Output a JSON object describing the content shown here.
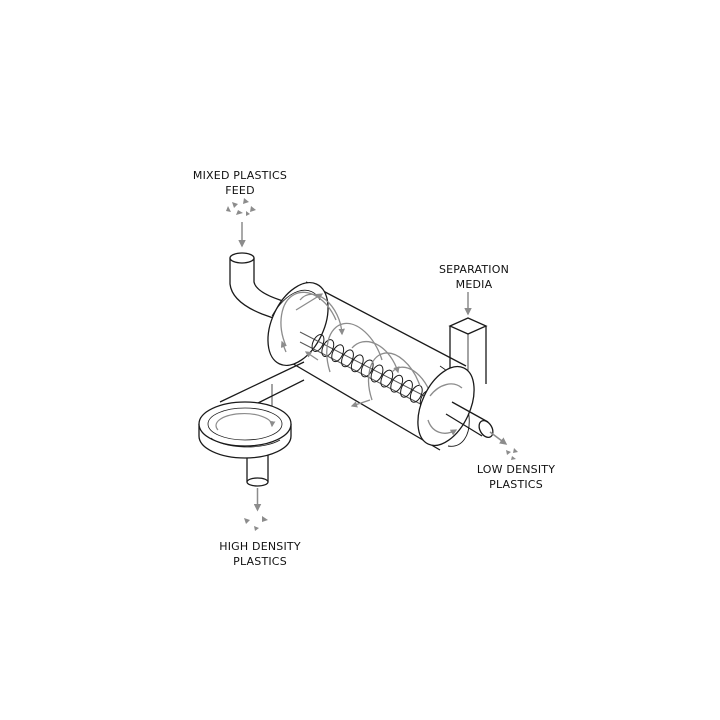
{
  "labels": {
    "feed": {
      "line1": "MIXED PLASTICS",
      "line2": "FEED"
    },
    "media": {
      "line1": "SEPARATION",
      "line2": "MEDIA"
    },
    "low": {
      "line1": "LOW DENSITY",
      "line2": "PLASTICS"
    },
    "high": {
      "line1": "HIGH DENSITY",
      "line2": "PLASTICS"
    }
  },
  "colors": {
    "line": "#1a1a1a",
    "flow": "#8c8c8c"
  }
}
